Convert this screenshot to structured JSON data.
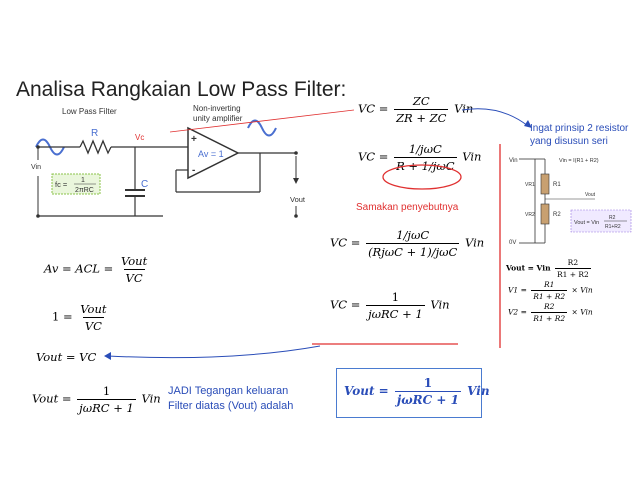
{
  "slide": {
    "title": "Analisa Rangkaian Low Pass Filter:"
  },
  "circuit": {
    "label_low_pass": "Low Pass Filter",
    "label_non_inverting": "Non-inverting",
    "label_unity": "unity amplifier",
    "label_r": "R",
    "label_c": "C",
    "label_vc": "Vc",
    "label_vin": "Vin",
    "label_vout": "Vout",
    "label_gain": "Av = 1",
    "label_plus": "+",
    "label_minus": "-",
    "formula_fc_lhs": "fc =",
    "formula_fc_num": "1",
    "formula_fc_den": "2πRC"
  },
  "left_equations": {
    "eq1_lhs": "Av = ACL =",
    "eq1_num": "Vout",
    "eq1_den": "VC",
    "eq2_lhs": "1 =",
    "eq2_num": "Vout",
    "eq2_den": "VC",
    "eq3": "Vout = VC",
    "eq4_lhs": "Vout =",
    "eq4_num": "1",
    "eq4_den": "jωRC + 1",
    "eq4_rhs": "Vin"
  },
  "center_equations": {
    "eq1_lhs": "VC =",
    "eq1_num": "ZC",
    "eq1_den": "ZR + ZC",
    "eq1_rhs": "Vin",
    "eq2_lhs": "VC =",
    "eq2_num": "1/jωC",
    "eq2_den": "R + 1/jωC",
    "eq2_rhs": "Vin",
    "note_same_denominator": "Samakan penyebutnya",
    "eq3_lhs": "VC =",
    "eq3_num": "1/jωC",
    "eq3_den": "(RjωC + 1)/jωC",
    "eq3_rhs": "Vin",
    "eq4_lhs": "VC =",
    "eq4_num": "1",
    "eq4_den": "jωRC + 1",
    "eq4_rhs": "Vin"
  },
  "conclusion": {
    "line1": "JADI Tegangan keluaran",
    "line2": "Filter diatas (Vout) adalah",
    "result_lhs": "Vout =",
    "result_num": "1",
    "result_den": "jωRC + 1",
    "result_rhs": "Vin"
  },
  "right_panel": {
    "note_line1": "Ingat prinsip 2 resistor",
    "note_line2": "yang disusun seri",
    "vin_eq_lhs": "Vout = Vin",
    "vin_eq_num": "R2",
    "vin_eq_den": "R1 + R2",
    "v1_lhs": "V1 =",
    "v1_num": "R1",
    "v1_den": "R1 + R2",
    "v1_rhs": "× Vin",
    "v2_lhs": "V2 =",
    "v2_num": "R2",
    "v2_den": "R1 + R2",
    "v2_rhs": "× Vin"
  },
  "colors": {
    "red": "#e03030",
    "blue": "#2a4db8",
    "wire": "#333333",
    "resistor_blue": "#4a6fd0",
    "fc_box": "#8bc34a"
  }
}
